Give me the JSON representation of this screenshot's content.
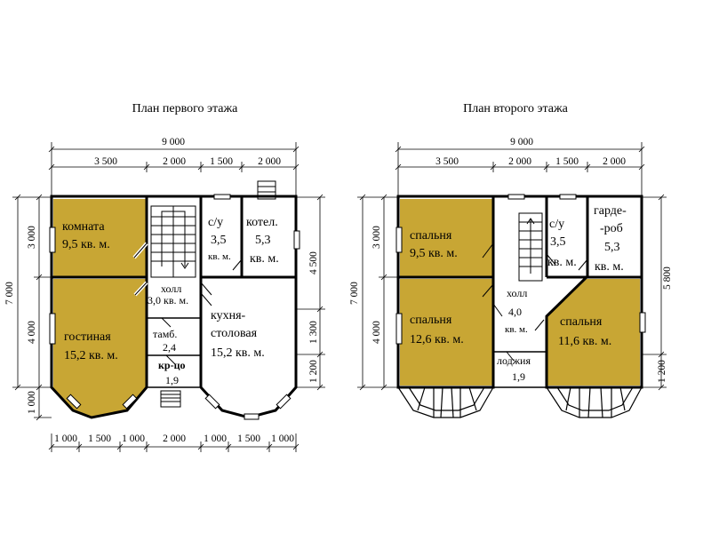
{
  "floor1": {
    "title": "План первого этажа",
    "dims_top": {
      "total": "9 000",
      "d1": "3 500",
      "d2": "2 000",
      "d3": "1 500",
      "d4": "2 000"
    },
    "dims_bottom": {
      "d1": "1 000",
      "d2": "1 500",
      "d3": "1 000",
      "d4": "2 000",
      "d5": "1 000",
      "d6": "1 500",
      "d7": "1 000"
    },
    "dims_left": {
      "total": "7 000",
      "d1": "3 000",
      "d2": "4 000",
      "d3": "1 000"
    },
    "dims_right": {
      "d1": "4 500",
      "d2": "1 300",
      "d3": "1 200"
    },
    "rooms": {
      "komnata": {
        "name": "комната",
        "area": "9,5 кв. м."
      },
      "gostinaya": {
        "name": "гостиная",
        "area": "15,2 кв. м."
      },
      "su": {
        "name": "с/у",
        "area": "3,5",
        "unit": "кв. м."
      },
      "kotel": {
        "name": "котел.",
        "area": "5,3",
        "unit": "кв. м."
      },
      "holl": {
        "name": "холл",
        "area": "3,0 кв. м."
      },
      "kuhnya": {
        "line1": "кухня-",
        "line2": "столовая",
        "area": "15,2 кв. м."
      },
      "tamb": {
        "name": "тамб.",
        "area": "2,4"
      },
      "krylco": {
        "name": "кр-цо",
        "area": "1,9"
      }
    }
  },
  "floor2": {
    "title": "План второго этажа",
    "dims_top": {
      "total": "9 000",
      "d1": "3 500",
      "d2": "2 000",
      "d3": "1 500",
      "d4": "2 000"
    },
    "dims_left": {
      "total": "7 000",
      "d1": "3 000",
      "d2": "4 000"
    },
    "dims_right": {
      "d1": "5 800",
      "d2": "1 200"
    },
    "rooms": {
      "spalnya1": {
        "name": "спальня",
        "area": "9,5 кв. м."
      },
      "spalnya2": {
        "name": "спальня",
        "area": "12,6  кв. м."
      },
      "su": {
        "name": "с/у",
        "area": "3,5",
        "unit": "кв. м."
      },
      "garderob": {
        "line1": "гарде-",
        "line2": "-роб",
        "area": "5,3",
        "unit": "кв. м."
      },
      "holl": {
        "name": "холл",
        "area": "4,0",
        "unit": "кв. м."
      },
      "spalnya3": {
        "name": "спальня",
        "area": "11,6 кв. м."
      },
      "lodzhiya": {
        "name": "лоджия",
        "area": "1,9"
      }
    }
  },
  "colors": {
    "room_fill": "#c8a634",
    "wall": "#000000",
    "background": "#ffffff"
  }
}
